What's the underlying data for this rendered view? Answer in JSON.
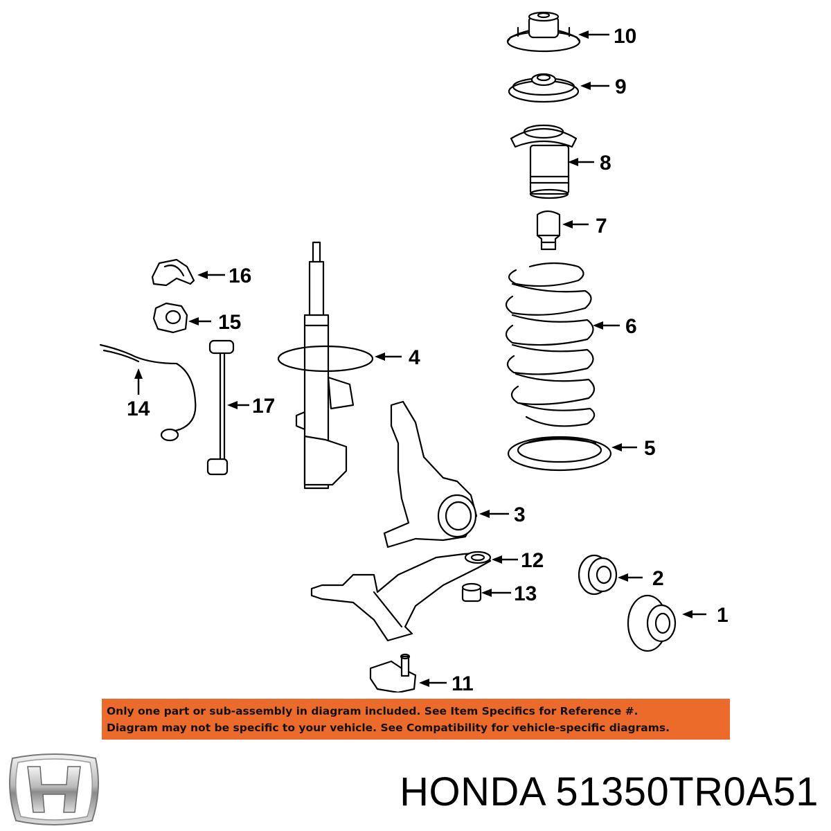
{
  "diagram": {
    "callouts": [
      "1",
      "2",
      "3",
      "4",
      "5",
      "6",
      "7",
      "8",
      "9",
      "10",
      "11",
      "12",
      "13",
      "14",
      "15",
      "16",
      "17"
    ]
  },
  "notice": {
    "line1": "Only one part or sub-assembly in diagram included. See Item Specifics for Reference #.",
    "line2": "Diagram may not be specific to your vehicle. See Compatibility for vehicle-specific diagrams.",
    "background_color": "#ec6b2a"
  },
  "brand": {
    "logo_text": "H",
    "title": "HONDA 51350TR0A51"
  }
}
